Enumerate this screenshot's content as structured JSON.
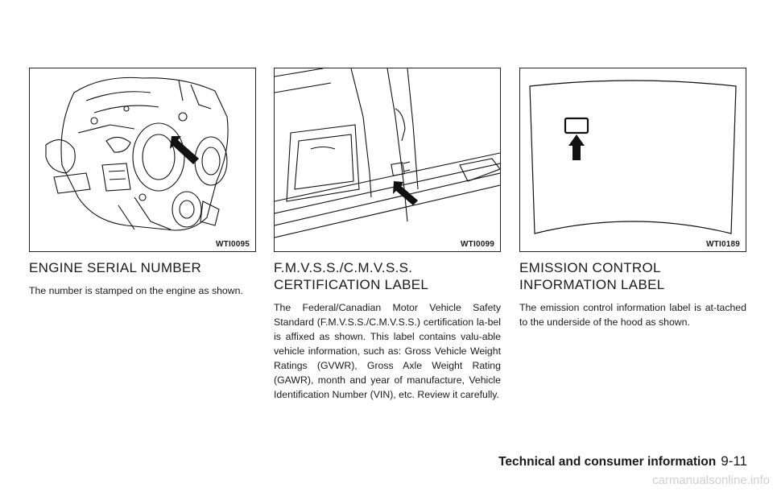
{
  "figures": [
    {
      "code": "WTI0095",
      "subject": "engine",
      "icon": "arrow-up-left-icon"
    },
    {
      "code": "WTI0099",
      "subject": "door-jamb",
      "icon": "arrow-up-left-icon"
    },
    {
      "code": "WTI0189",
      "subject": "hood",
      "icon": "arrow-up-icon"
    }
  ],
  "sections": [
    {
      "title": "ENGINE SERIAL NUMBER",
      "body": "The number is stamped on the engine as shown."
    },
    {
      "title_lines": [
        "F.M.V.S.S./C.M.V.S.S.",
        "CERTIFICATION LABEL"
      ],
      "body": "The Federal/Canadian Motor Vehicle Safety Standard (F.M.V.S.S./C.M.V.S.S.) certification la-­bel is affixed as shown. This label contains valu-­able vehicle information, such as: Gross Vehicle Weight Ratings (GVWR), Gross Axle Weight Rating (GAWR), month and year of manufacture, Vehicle Identification Number (VIN), etc. Review it carefully."
    },
    {
      "title_lines": [
        "EMISSION CONTROL",
        "INFORMATION LABEL"
      ],
      "body": "The emission control information label is at-­tached to the underside of the hood as shown."
    }
  ],
  "footer": {
    "section": "Technical and consumer information",
    "page": "9-11"
  },
  "watermark": "carmanualsonline.info",
  "colors": {
    "ink": "#1a1a1a",
    "border": "#222222",
    "watermark": "#d0d0d0"
  }
}
